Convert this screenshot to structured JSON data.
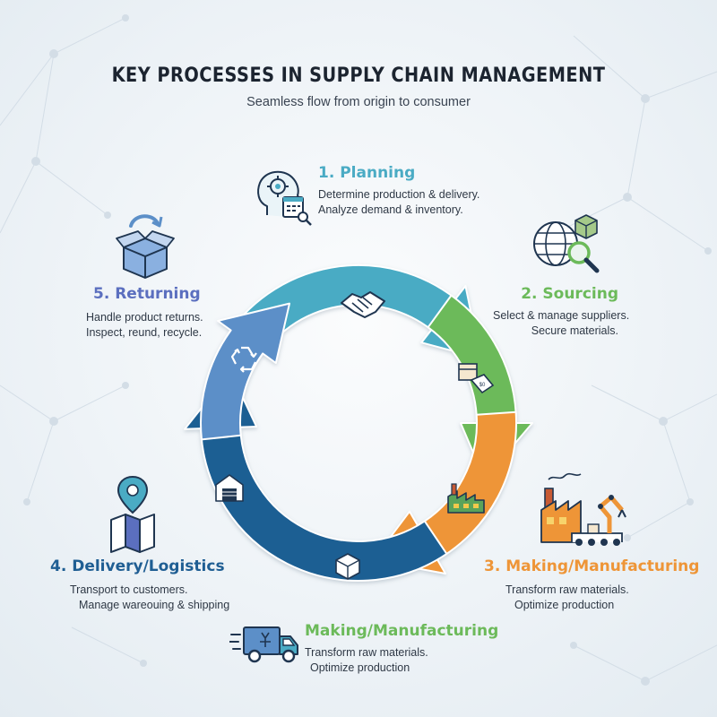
{
  "header": {
    "title": "KEY PROCESSES IN SUPPLY CHAIN MANAGEMENT",
    "subtitle": "Seamless flow from origin to consumer"
  },
  "colors": {
    "planning": "#4aabc4",
    "sourcing": "#6cba5a",
    "making": "#ee9537",
    "delivery": "#1f5e93",
    "returning": "#5b6fbf",
    "returning_arrow": "#5c8fc8",
    "title": "#1c2430"
  },
  "steps": {
    "planning": {
      "title": "1. Planning",
      "desc": [
        "Determine production & delivery.",
        "Analyze demand & inventory."
      ],
      "icon": "head-gear-calendar-icon"
    },
    "sourcing": {
      "title": "2. Sourcing",
      "desc": [
        "Select & manage suppliers.",
        "Secure materials."
      ],
      "icon": "globe-magnifier-box-icon"
    },
    "making": {
      "title": "3. Making/Manufacturing",
      "desc": [
        "Transform raw materials.",
        "Optimize production"
      ],
      "icon": "factory-robot-arm-icon"
    },
    "delivery": {
      "title": "4. Delivery/Logistics",
      "desc": [
        "Transport to customers.",
        "Manage wareouing & shipping"
      ],
      "icon": "map-pin-icon"
    },
    "returning": {
      "title": "5. Returning",
      "desc": [
        "Handle product returns.",
        "Inspect, reund, recycle."
      ],
      "icon": "box-return-icon"
    },
    "bottom": {
      "title": "Making/Manufacturing",
      "desc": [
        "Transform raw materials.",
        "Optimize production"
      ],
      "icon": "delivery-truck-icon"
    }
  },
  "cycle_icons": [
    "handshake-icon",
    "box-tag-icon",
    "factory-icon",
    "package-icon",
    "warehouse-icon",
    "recycle-icon"
  ]
}
